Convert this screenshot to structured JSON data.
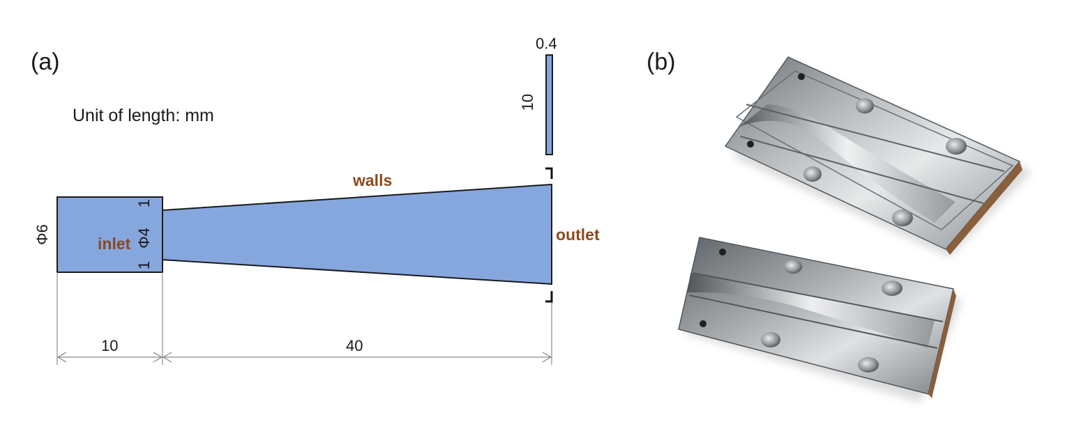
{
  "panels": {
    "a": {
      "label": "(a)"
    },
    "b": {
      "label": "(b)"
    }
  },
  "unit_note": "Unit of length: mm",
  "dimensions": {
    "inlet_diameter": "Φ6",
    "throat_diameter": "Φ4",
    "step_top": "1",
    "step_bottom": "1",
    "inlet_length": "10",
    "taper_length": "40",
    "slot_height": "10",
    "slot_width": "0.4"
  },
  "boundaries": {
    "inlet": "inlet",
    "walls": "walls",
    "outlet": "outlet"
  },
  "colors": {
    "fluid_domain": "#86a7de",
    "boundary_label": "#8a4a1e"
  },
  "photo": {
    "description_icon": "machined-mold-halves-photo"
  }
}
